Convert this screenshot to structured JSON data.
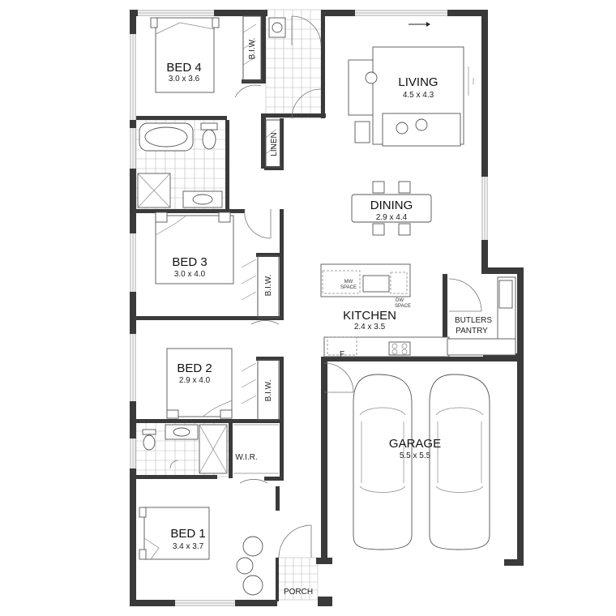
{
  "rooms": {
    "bed4": {
      "name": "BED 4",
      "dims": "3.0 x 3.6"
    },
    "bed3": {
      "name": "BED 3",
      "dims": "3.0 x 4.0"
    },
    "bed2": {
      "name": "BED 2",
      "dims": "2.9 x 4.0"
    },
    "bed1": {
      "name": "BED 1",
      "dims": "3.4 x 3.7"
    },
    "living": {
      "name": "LIVING",
      "dims": "4.5 x 4.3"
    },
    "dining": {
      "name": "DINING",
      "dims": "2.9 x 4.4"
    },
    "kitchen": {
      "name": "KITCHEN",
      "dims": "2.4 x 3.5"
    },
    "garage": {
      "name": "GARAGE",
      "dims": "5.5 x 5.5"
    }
  },
  "labels": {
    "biw": "B.I.W.",
    "linen": "LINEN",
    "wir": "W.I.R.",
    "porch": "PORCH",
    "butlers_line1": "BUTLERS",
    "butlers_line2": "PANTRY",
    "fridge": "F",
    "mw_line1": "MW",
    "mw_line2": "SPACE",
    "dw_line1": "DW",
    "dw_line2": "SPACE"
  }
}
